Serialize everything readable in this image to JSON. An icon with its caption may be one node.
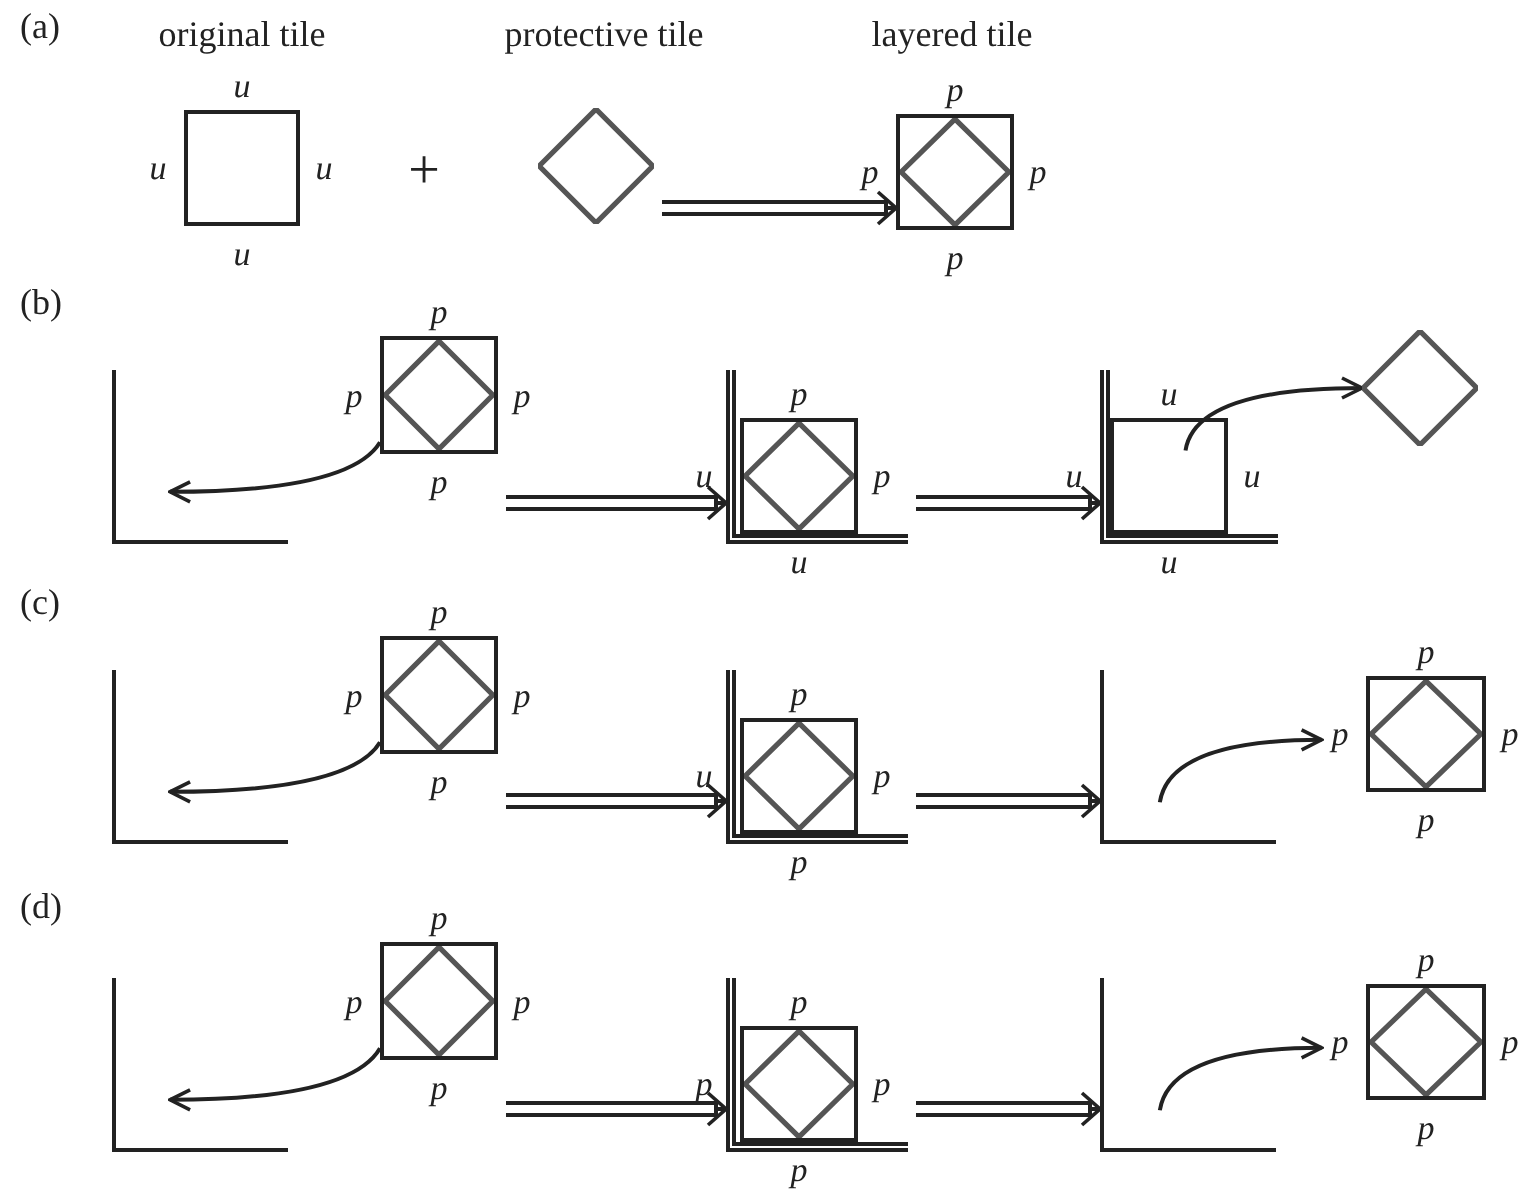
{
  "diagram": {
    "nodes": [
      {
        "text": [],
        "shape": "box",
        "beside": [
          "u",
          "u",
          "u",
          "u"
        ]
      },
      {
        "text": [],
        "shape": "diamond"
      },
      {
        "text": [],
        "shape": "box",
        "beside": [
          "p",
          "p",
          "p",
          "p"
        ]
      },
      {
        "text": [],
        "shape": "diamond",
        "in": 2
      },
      {
        "text": [],
        "shape": "corner"
      },
      {
        "text": [],
        "shape": "box",
        "beside": [
          "p",
          "p",
          "p",
          "p"
        ]
      },
      {
        "text": [],
        "shape": "diamond",
        "in": 5
      },
      {
        "text": [],
        "shape": "corner"
      },
      {
        "text": [],
        "shape": "box",
        "in": 7,
        "beside": [
          "p",
          "u",
          "p",
          "u"
        ]
      },
      {
        "text": [],
        "shape": "diamond",
        "in": 8
      },
      {
        "text": [],
        "shape": "corner"
      },
      {
        "text": [],
        "shape": "box",
        "in": 10,
        "beside": [
          "u",
          "u",
          "u",
          "u"
        ]
      },
      {
        "text": [],
        "shape": "diamond"
      },
      {
        "text": [],
        "shape": "corner"
      },
      {
        "text": [],
        "shape": "box",
        "beside": [
          "p",
          "p",
          "p",
          "p"
        ]
      },
      {
        "text": [],
        "shape": "diamond",
        "in": 14
      },
      {
        "text": [],
        "shape": "corner"
      },
      {
        "text": [],
        "shape": "box",
        "in": 16,
        "beside": [
          "p",
          "u",
          "p",
          "p"
        ]
      },
      {
        "text": [],
        "shape": "diamond",
        "in": 17
      },
      {
        "text": [],
        "shape": "corner"
      },
      {
        "text": [],
        "shape": "box",
        "beside": [
          "p",
          "p",
          "p",
          "p"
        ]
      },
      {
        "text": [],
        "shape": "diamond",
        "in": 20
      },
      {
        "text": [],
        "shape": "corner"
      },
      {
        "text": [],
        "shape": "box",
        "beside": [
          "p",
          "p",
          "p",
          "p"
        ]
      },
      {
        "text": [],
        "shape": "diamond",
        "in": 23
      },
      {
        "text": [],
        "shape": "corner"
      },
      {
        "text": [],
        "shape": "box",
        "in": 25,
        "beside": [
          "p",
          "p",
          "p",
          "p"
        ]
      },
      {
        "text": [],
        "shape": "diamond",
        "in": 26
      },
      {
        "text": [],
        "shape": "corner"
      },
      {
        "text": [],
        "shape": "box",
        "beside": [
          "p",
          "p",
          "p",
          "p"
        ]
      },
      {
        "text": [],
        "shape": "diamond",
        "in": 29
      }
    ],
    "edges": [
      {
        "from": 1,
        "to": 2,
        "arrow": "to"
      },
      {
        "from": 5,
        "to": 4,
        "arrow": "to"
      },
      {
        "from": 5,
        "to": 7,
        "arrow": "to"
      },
      {
        "from": 7,
        "to": 10,
        "arrow": "to"
      },
      {
        "from": 11,
        "to": 12,
        "arrow": "to"
      },
      {
        "from": 14,
        "to": 13,
        "arrow": "to"
      },
      {
        "from": 14,
        "to": 16,
        "arrow": "to"
      },
      {
        "from": 16,
        "to": 19,
        "arrow": "to"
      },
      {
        "from": 19,
        "to": 20,
        "arrow": "to"
      },
      {
        "from": 23,
        "to": 22,
        "arrow": "to"
      },
      {
        "from": 23,
        "to": 25,
        "arrow": "to"
      },
      {
        "from": 25,
        "to": 28,
        "arrow": "to"
      },
      {
        "from": 28,
        "to": 29,
        "arrow": "to"
      }
    ],
    "labels": [
      "(a)",
      "original tile",
      "protective tile",
      "layered tile",
      "+",
      "(b)",
      "(c)",
      "(d)"
    ]
  }
}
